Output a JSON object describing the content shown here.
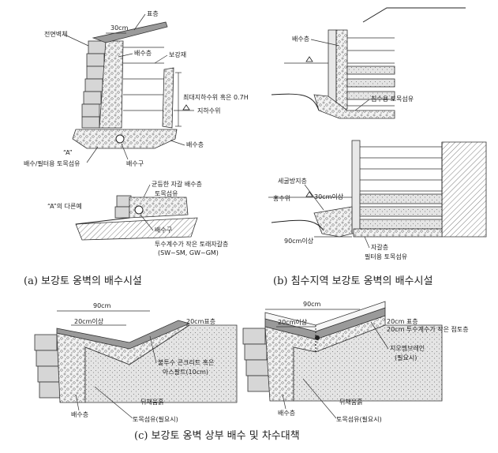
{
  "panel_a": {
    "dim_top": "30cm",
    "label_surface": "표층",
    "label_facing": "전면벽체",
    "label_drain_layer": "배수층",
    "label_reinforcement": "보강재",
    "label_height": "최대지하수위 혹은 0.7H",
    "label_groundwater": "지하수위",
    "label_drain_layer_2": "배수층",
    "label_filter_geotextile": "배수/필터용 토목섬유",
    "label_a": "“A”",
    "label_drain_pipe": "배수구"
  },
  "panel_a_detail": {
    "label_alt": "“A”의 다른예",
    "label_uniform_gravel": "균등한 자갈 배수층",
    "label_geotextile": "토목섬유",
    "label_drain_pipe": "배수구",
    "label_low_perm_line1": "투수계수가 작은 토래자갈층",
    "label_low_perm_line2": "(SW~SM, GW~GM)"
  },
  "panel_b": {
    "label_drain_layer": "배수층",
    "label_scour_geotextile": "침수용 토목섬유",
    "label_scour_protection": "세굴방지층",
    "label_flood_level": "홍수위",
    "dim_30": "30cm이상",
    "dim_90": "90cm이상",
    "label_gravel": "자갈층",
    "label_filter_geotextile": "필터용 토목섬유"
  },
  "panel_c_left": {
    "dim_90": "90cm",
    "dim_20_min": "20cm이상",
    "dim_20_surface": "20cm표층",
    "label_impermeable": "불투수 콘크리트 혹은",
    "label_asphalt": "아스팔트(10cm)",
    "label_drain_layer": "배수층",
    "label_backfill": "뒤채움흙",
    "label_geotextile": "토목섬유(필요시)"
  },
  "panel_c_right": {
    "dim_90": "90cm",
    "dim_20_min": "20cm이상",
    "dim_20_surface": "20cm 표층",
    "label_low_perm_clay": "20cm 투수계수가 작은 점토층",
    "label_perforated_drain": "지오멤브레인",
    "label_perforated_note": "(필요시)",
    "label_drain_layer": "배수층",
    "label_backfill": "뒤채움흙",
    "label_geotextile": "토목섬유(필요시)"
  },
  "captions": {
    "a": "(a) 보강토 옹벽의 배수시설",
    "b": "(b) 침수지역 보강토 옹벽의 배수시설",
    "c": "(c) 보강토 옹벽 상부 배수 및 차수대책"
  }
}
